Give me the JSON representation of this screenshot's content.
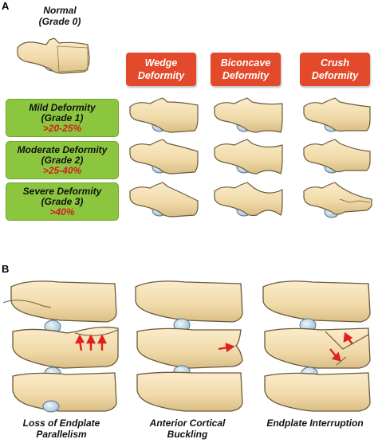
{
  "panel_a": {
    "letter": "A",
    "normal_label_line1": "Normal",
    "normal_label_line2": "(Grade 0)",
    "headers": [
      {
        "line1": "Wedge",
        "line2": "Deformity"
      },
      {
        "line1": "Biconcave",
        "line2": "Deformity"
      },
      {
        "line1": "Crush",
        "line2": "Deformity"
      }
    ],
    "grades": [
      {
        "line1": "Mild Deformity",
        "line2": "(Grade 1)",
        "pct": ">20-25%"
      },
      {
        "line1": "Moderate Deformity",
        "line2": "(Grade 2)",
        "pct": ">25-40%"
      },
      {
        "line1": "Severe Deformity",
        "line2": "(Grade 3)",
        "pct": ">40%"
      }
    ]
  },
  "panel_b": {
    "letter": "B",
    "captions": [
      {
        "line1": "Loss of Endplate",
        "line2": "Parallelism"
      },
      {
        "line1": "Anterior Cortical",
        "line2": "Buckling"
      },
      {
        "line1": "Endplate Interruption",
        "line2": ""
      }
    ]
  },
  "colors": {
    "header_red": "#e24a2b",
    "grade_green": "#8cc63f",
    "percent_red": "#d0201e",
    "bone": "#f2dfb4",
    "bone_outline": "#6b5a3a",
    "disc_blue": "#bfd7e6",
    "arrow_red": "#e0211b"
  }
}
